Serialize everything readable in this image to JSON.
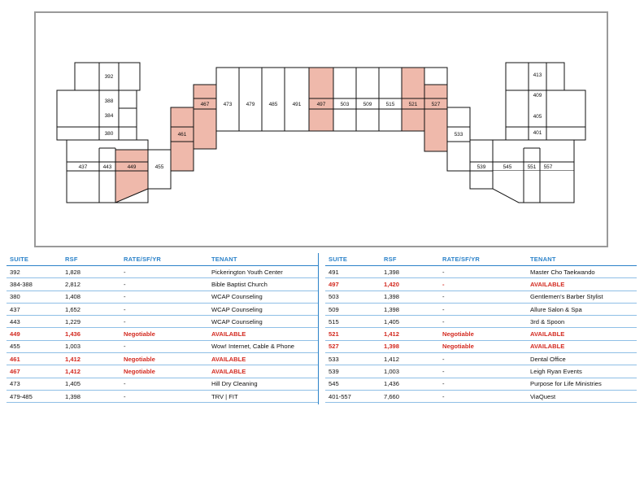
{
  "colors": {
    "available_fill": "#efb9ab",
    "header_blue": "#2b82c9",
    "available_text": "#d32a20",
    "frame": "#9a9a9a"
  },
  "floorplan": {
    "suite_labels": {
      "s392": "392",
      "s388": "388",
      "s384": "384",
      "s380": "380",
      "s437": "437",
      "s443": "443",
      "s449": "449",
      "s455": "455",
      "s461": "461",
      "s467": "467",
      "s473": "473",
      "s479": "479",
      "s485": "485",
      "s491": "491",
      "s497": "497",
      "s503": "503",
      "s509": "509",
      "s515": "515",
      "s521": "521",
      "s527": "527",
      "s533": "533",
      "s539": "539",
      "s545": "545",
      "s551": "551",
      "s557": "557",
      "s401": "401",
      "s405": "405",
      "s409": "409",
      "s413": "413"
    }
  },
  "table_headers": {
    "suite": "SUITE",
    "rsf": "RSF",
    "rate": "RATE/SF/YR",
    "tenant": "TENANT"
  },
  "left_rows": [
    {
      "suite": "392",
      "rsf": "1,828",
      "rate": "-",
      "tenant": "Pickerington Youth Center",
      "available": false
    },
    {
      "suite": "384-388",
      "rsf": "2,812",
      "rate": "-",
      "tenant": "Bible Baptist Church",
      "available": false
    },
    {
      "suite": "380",
      "rsf": "1,408",
      "rate": "-",
      "tenant": "WCAP Counseling",
      "available": false
    },
    {
      "suite": "437",
      "rsf": "1,652",
      "rate": "-",
      "tenant": "WCAP Counseling",
      "available": false
    },
    {
      "suite": "443",
      "rsf": "1,229",
      "rate": "-",
      "tenant": "WCAP Counseling",
      "available": false
    },
    {
      "suite": "449",
      "rsf": "1,436",
      "rate": "Negotiable",
      "tenant": "AVAILABLE",
      "available": true
    },
    {
      "suite": "455",
      "rsf": "1,003",
      "rate": "-",
      "tenant": "Wow! Internet, Cable & Phone",
      "available": false
    },
    {
      "suite": "461",
      "rsf": "1,412",
      "rate": "Negotiable",
      "tenant": "AVAILABLE",
      "available": true
    },
    {
      "suite": "467",
      "rsf": "1,412",
      "rate": "Negotiable",
      "tenant": "AVAILABLE",
      "available": true
    },
    {
      "suite": "473",
      "rsf": "1,405",
      "rate": "-",
      "tenant": "Hill Dry Cleaning",
      "available": false
    },
    {
      "suite": "479-485",
      "rsf": "1,398",
      "rate": "-",
      "tenant": "TRV | FIT",
      "available": false
    }
  ],
  "right_rows": [
    {
      "suite": "491",
      "rsf": "1,398",
      "rate": "-",
      "tenant": "Master Cho Taekwando",
      "available": false
    },
    {
      "suite": "497",
      "rsf": "1,420",
      "rate": "-",
      "tenant": "AVAILABLE",
      "available": true
    },
    {
      "suite": "503",
      "rsf": "1,398",
      "rate": "-",
      "tenant": "Gentlemen's Barber Stylist",
      "available": false
    },
    {
      "suite": "509",
      "rsf": "1,398",
      "rate": "-",
      "tenant": "Allure Salon & Spa",
      "available": false
    },
    {
      "suite": "515",
      "rsf": "1,405",
      "rate": "-",
      "tenant": "3rd & Spoon",
      "available": false
    },
    {
      "suite": "521",
      "rsf": "1,412",
      "rate": "Negotiable",
      "tenant": "AVAILABLE",
      "available": true
    },
    {
      "suite": "527",
      "rsf": "1,398",
      "rate": "Negotiable",
      "tenant": "AVAILABLE",
      "available": true
    },
    {
      "suite": "533",
      "rsf": "1,412",
      "rate": "-",
      "tenant": "Dental Office",
      "available": false
    },
    {
      "suite": "539",
      "rsf": "1,003",
      "rate": "-",
      "tenant": "Leigh Ryan Events",
      "available": false
    },
    {
      "suite": "545",
      "rsf": "1,436",
      "rate": "-",
      "tenant": "Purpose for Life Ministries",
      "available": false
    },
    {
      "suite": "401-557",
      "rsf": "7,660",
      "rate": "-",
      "tenant": "ViaQuest",
      "available": false
    }
  ]
}
